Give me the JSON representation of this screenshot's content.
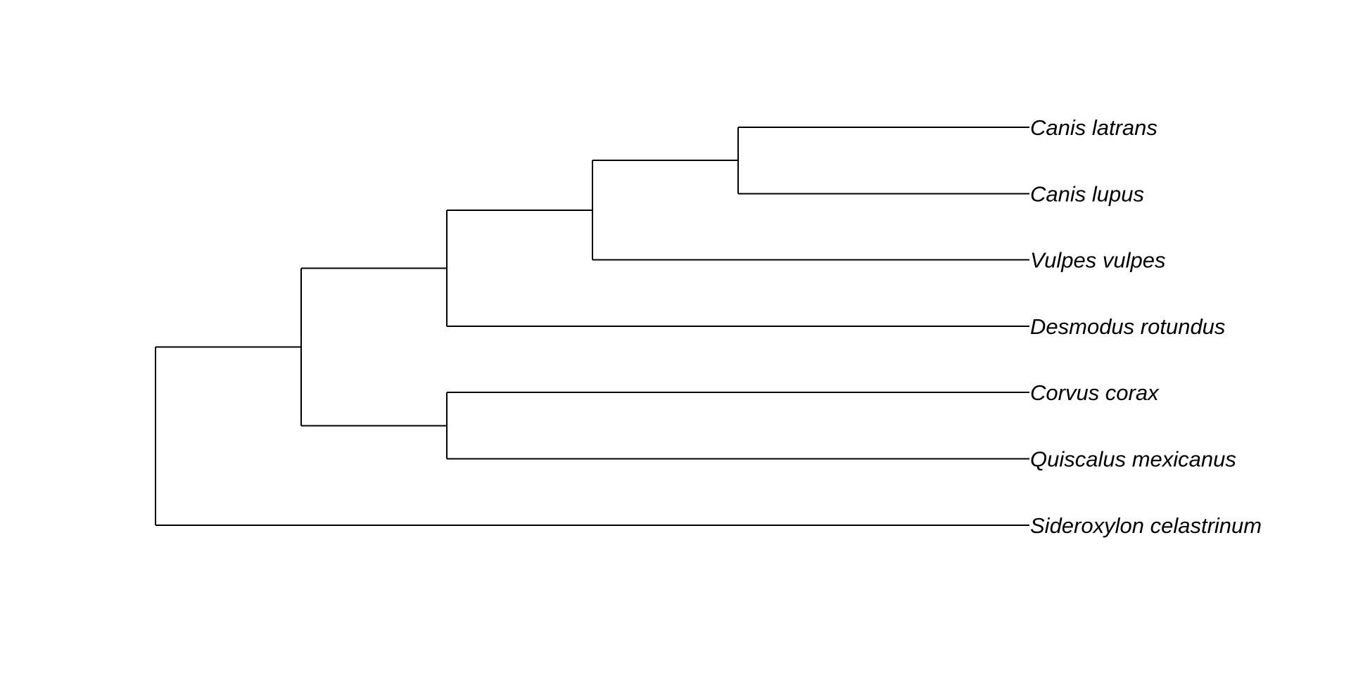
{
  "tree": {
    "type": "phylogram",
    "root": {
      "children": [
        {
          "children": [
            {
              "children": [
                {
                  "children": [
                    {
                      "children": [
                        {
                          "label": "Canis latrans"
                        },
                        {
                          "label": "Canis lupus"
                        }
                      ]
                    },
                    {
                      "label": "Vulpes vulpes"
                    }
                  ]
                },
                {
                  "label": "Desmodus rotundus"
                }
              ]
            },
            {
              "children": [
                {
                  "label": "Corvus corax"
                },
                {
                  "label": "Quiscalus mexicanus"
                }
              ]
            }
          ]
        },
        {
          "label": "Sideroxylon celastrinum"
        }
      ]
    },
    "colors": {
      "branch": "#000000",
      "label": "#000000"
    }
  }
}
